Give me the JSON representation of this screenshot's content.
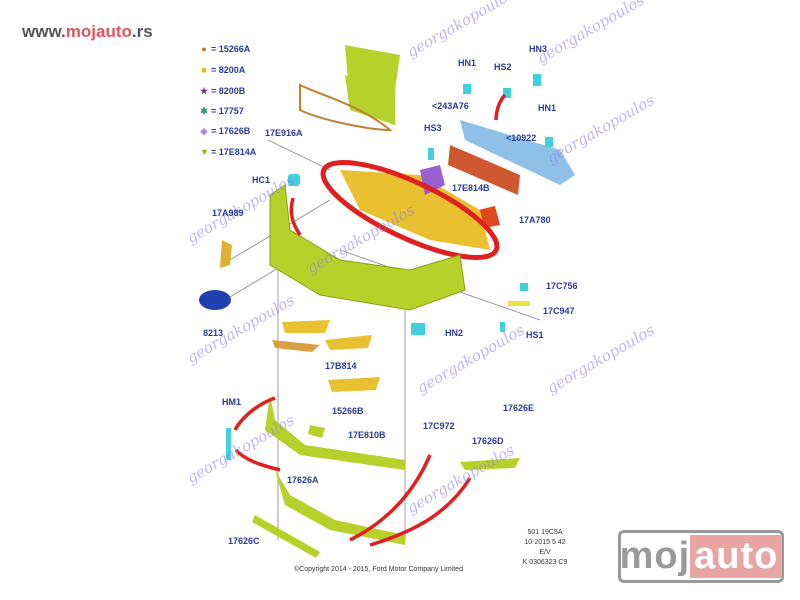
{
  "header": {
    "site_prefix": "www.",
    "site_brand": "mojauto",
    "site_suffix": ".rs"
  },
  "legend": [
    {
      "symbol": "●",
      "color": "#b87320",
      "text": "= 15266A"
    },
    {
      "symbol": "■",
      "color": "#e0b820",
      "text": "= 8200A"
    },
    {
      "symbol": "★",
      "color": "#8a2a8a",
      "text": "= 8200B"
    },
    {
      "symbol": "✱",
      "color": "#20a080",
      "text": "= 17757"
    },
    {
      "symbol": "◆",
      "color": "#b080f0",
      "text": "= 17626B"
    },
    {
      "symbol": "▼",
      "color": "#9aaa10",
      "text": "= 17E814A"
    }
  ],
  "labels": {
    "e916a": "17E916A",
    "hc1": "HC1",
    "a989": "17A989",
    "n8213": "8213",
    "b814": "17B814",
    "n15266b": "15266B",
    "hm1": "HM1",
    "e810b": "17E810B",
    "n17626a": "17626A",
    "n17626c": "17626C",
    "c972": "17C972",
    "n17626e": "17626E",
    "n17626d": "17626D",
    "hn1a": "HN1",
    "hs2": "HS2",
    "hn3": "HN3",
    "a243": "<243A76",
    "hn1b": "HN1",
    "hs3": "HS3",
    "n10922": "<10922",
    "e814b": "17E814B",
    "a780": "17A780",
    "c756": "17C756",
    "c947": "17C947",
    "hn2": "HN2",
    "hs1": "HS1"
  },
  "code_block": [
    "501 19C5A",
    "10-2015 5 42",
    "E/V",
    "K 0306323 C9"
  ],
  "copyright": "©Copyright 2014 - 2015, Ford Motor Company Limited",
  "logo": {
    "part1": "moj",
    "part2": "auto"
  },
  "watermark": "georgakopoulos",
  "colors": {
    "label": "#2b3a9a",
    "part_green": "#b6d22a",
    "part_yellow": "#e8c030",
    "arrow": "#e02020",
    "clip": "#40d0e0"
  }
}
